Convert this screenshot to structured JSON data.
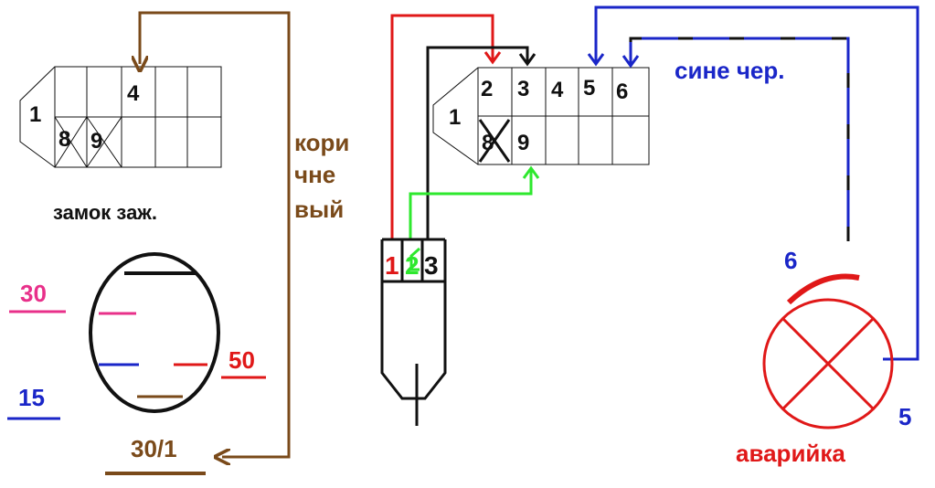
{
  "colors": {
    "brown": "#7a4a1a",
    "red": "#e01818",
    "blue": "#1a26c8",
    "green": "#2ee82e",
    "pink": "#e8308a",
    "black": "#111111"
  },
  "left_connector": {
    "pins": {
      "p1": "1",
      "p4": "4",
      "p8": "8",
      "p9": "9"
    }
  },
  "ignition_lock": {
    "title": "замок заж.",
    "terminals": {
      "t30": "30",
      "t15": "15",
      "t50": "50",
      "t30_1": "30/1"
    }
  },
  "brown_wire_label": {
    "line1": "кори",
    "line2": "чне",
    "line3": "вый"
  },
  "right_connector": {
    "pins": {
      "p1": "1",
      "p2": "2",
      "p3": "3",
      "p4": "4",
      "p5": "5",
      "p6": "6",
      "p8": "8",
      "p9": "9"
    }
  },
  "blue_black_label": "сине чер.",
  "switch_plug": {
    "pins": {
      "p1": "1",
      "p2": "2",
      "p3": "3"
    }
  },
  "hazard_lamp": {
    "label": "аварийка",
    "pin6": "6",
    "pin5": "5"
  }
}
